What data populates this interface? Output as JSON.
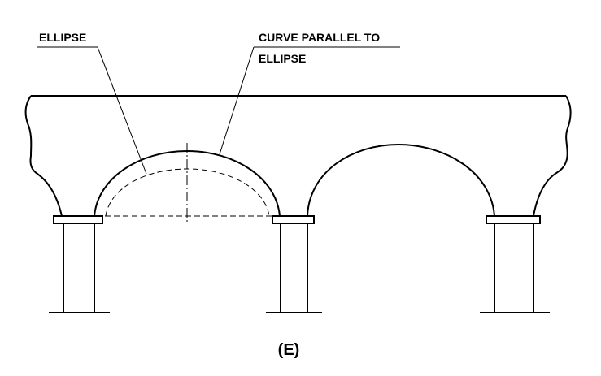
{
  "labels": {
    "ellipse": "ELLIPSE",
    "curve_line1": "CURVE PARALLEL TO",
    "curve_line2": "ELLIPSE",
    "figure_caption": "(E)"
  },
  "colors": {
    "ink": "#000000",
    "background": "#ffffff"
  }
}
